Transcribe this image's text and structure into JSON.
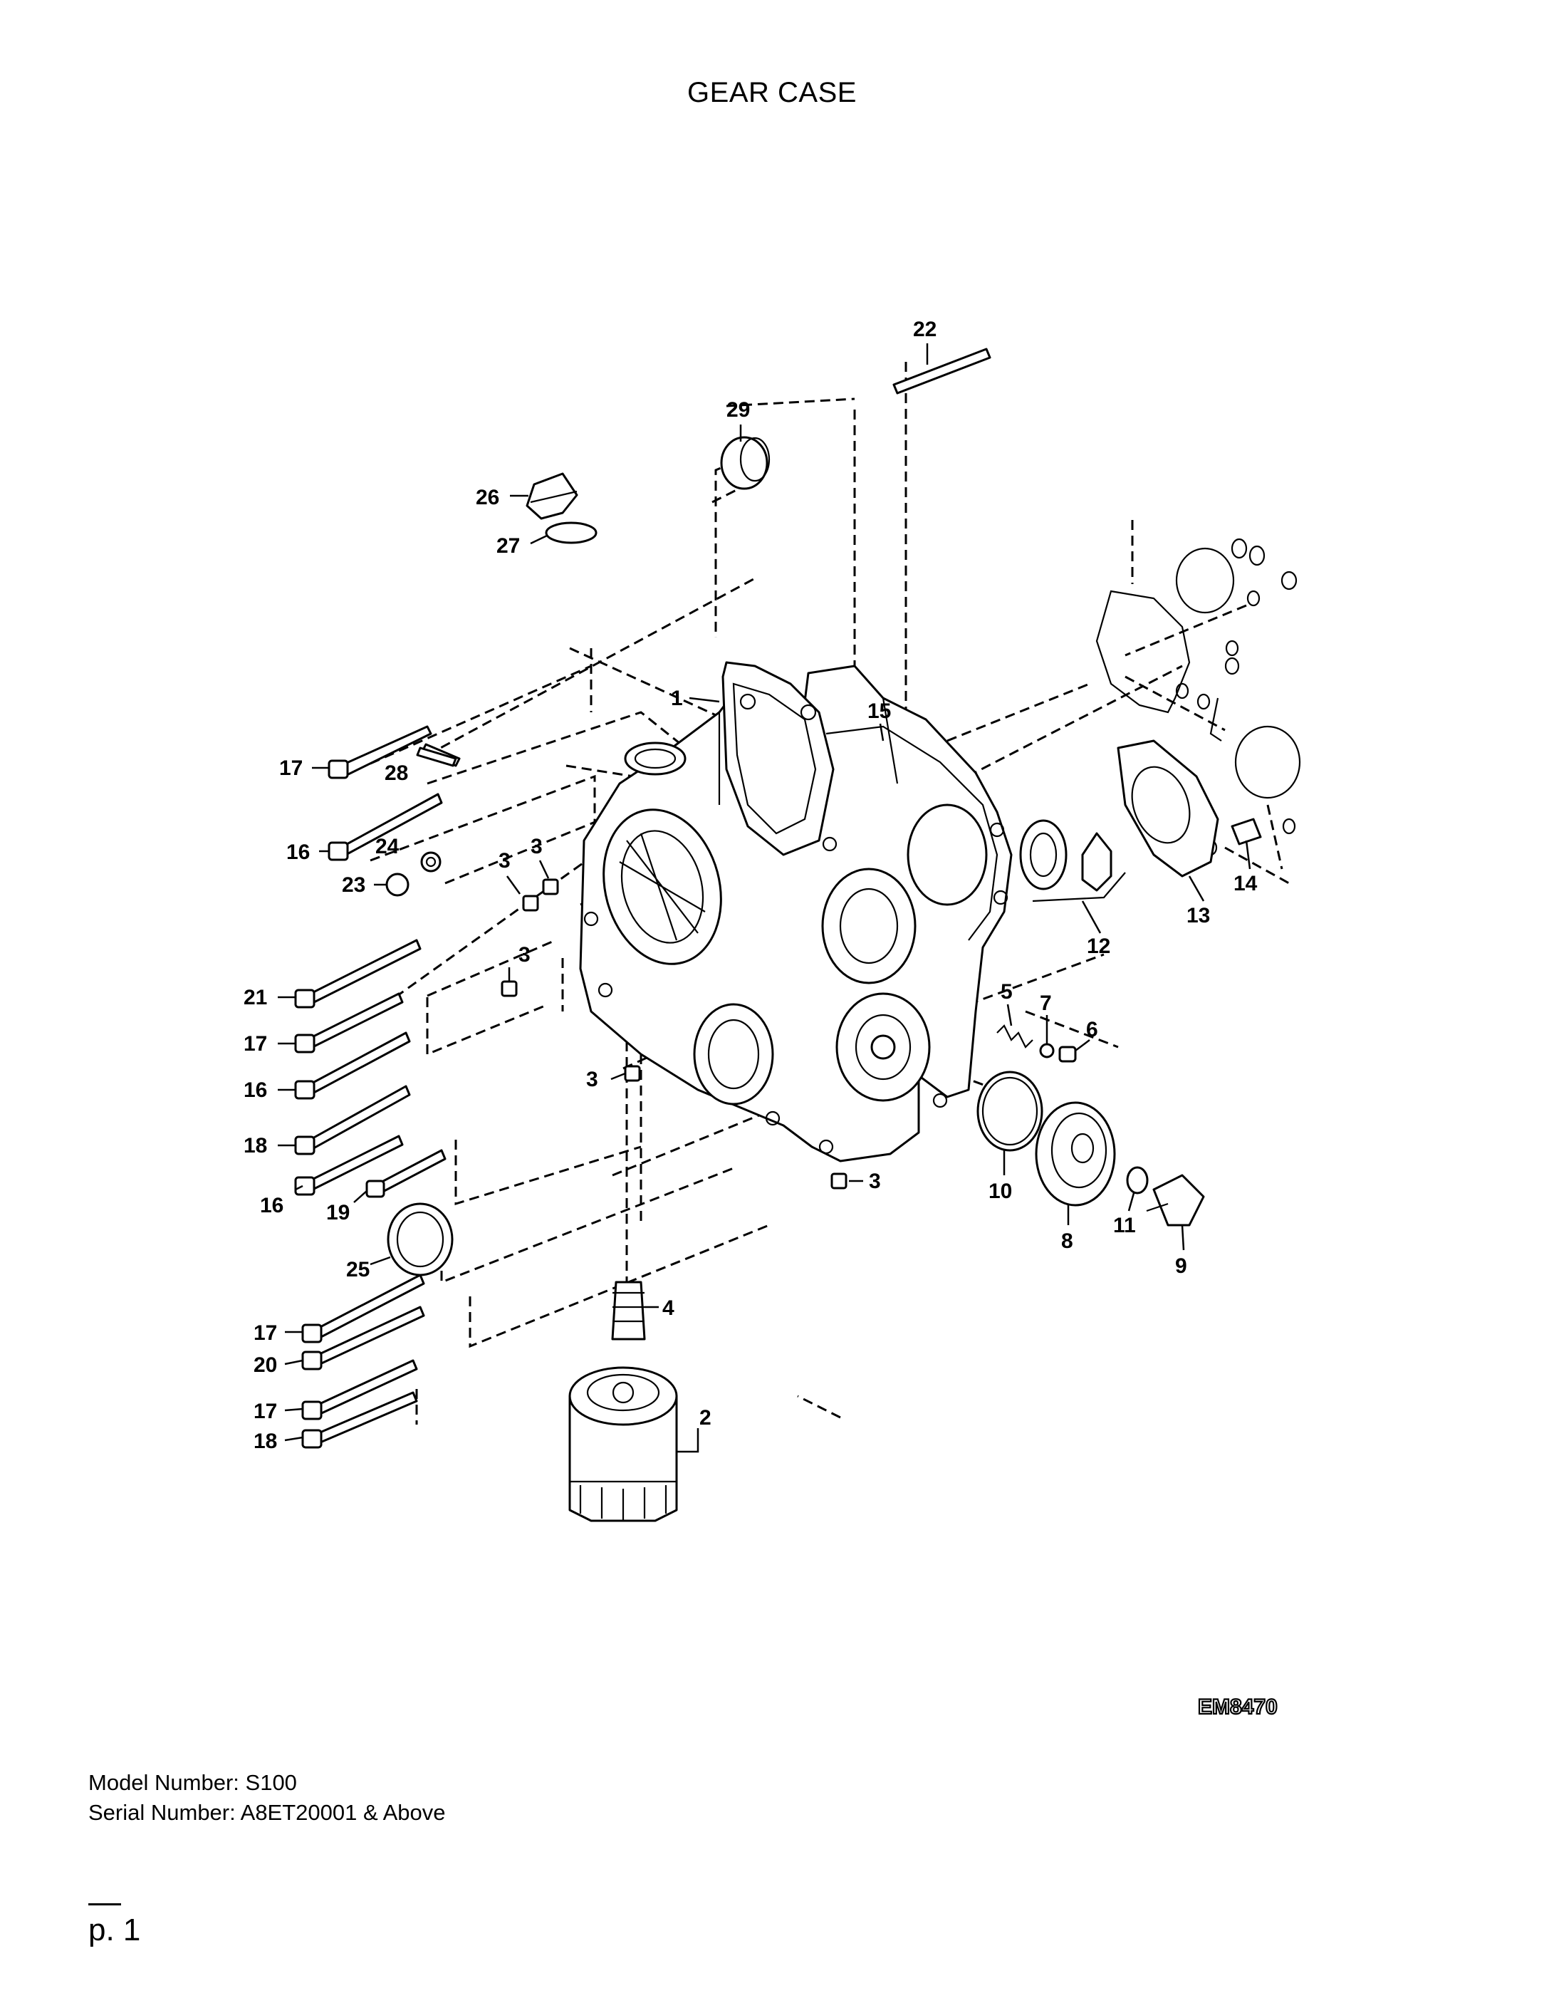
{
  "title": "GEAR CASE",
  "diagram_code": "EM8470",
  "model_line": "Model Number: S100",
  "serial_line": "Serial Number: A8ET20001 & Above",
  "page_label": "p. 1",
  "callouts": [
    {
      "id": "c22",
      "label": "22"
    },
    {
      "id": "c29",
      "label": "29"
    },
    {
      "id": "c26",
      "label": "26"
    },
    {
      "id": "c27",
      "label": "27"
    },
    {
      "id": "c1",
      "label": "1"
    },
    {
      "id": "c15",
      "label": "15"
    },
    {
      "id": "c17a",
      "label": "17"
    },
    {
      "id": "c28",
      "label": "28"
    },
    {
      "id": "c16a",
      "label": "16"
    },
    {
      "id": "c24",
      "label": "24"
    },
    {
      "id": "c23",
      "label": "23"
    },
    {
      "id": "c3a",
      "label": "3"
    },
    {
      "id": "c3b",
      "label": "3"
    },
    {
      "id": "c3c",
      "label": "3"
    },
    {
      "id": "c3d",
      "label": "3"
    },
    {
      "id": "c3e",
      "label": "3"
    },
    {
      "id": "c21",
      "label": "21"
    },
    {
      "id": "c17b",
      "label": "17"
    },
    {
      "id": "c16b",
      "label": "16"
    },
    {
      "id": "c18a",
      "label": "18"
    },
    {
      "id": "c16c",
      "label": "16"
    },
    {
      "id": "c19",
      "label": "19"
    },
    {
      "id": "c25",
      "label": "25"
    },
    {
      "id": "c17c",
      "label": "17"
    },
    {
      "id": "c20",
      "label": "20"
    },
    {
      "id": "c17d",
      "label": "17"
    },
    {
      "id": "c18b",
      "label": "18"
    },
    {
      "id": "c4",
      "label": "4"
    },
    {
      "id": "c2",
      "label": "2"
    },
    {
      "id": "c12",
      "label": "12"
    },
    {
      "id": "c13",
      "label": "13"
    },
    {
      "id": "c14",
      "label": "14"
    },
    {
      "id": "c5",
      "label": "5"
    },
    {
      "id": "c7",
      "label": "7"
    },
    {
      "id": "c6",
      "label": "6"
    },
    {
      "id": "c10",
      "label": "10"
    },
    {
      "id": "c8",
      "label": "8"
    },
    {
      "id": "c11",
      "label": "11"
    },
    {
      "id": "c9",
      "label": "9"
    }
  ]
}
